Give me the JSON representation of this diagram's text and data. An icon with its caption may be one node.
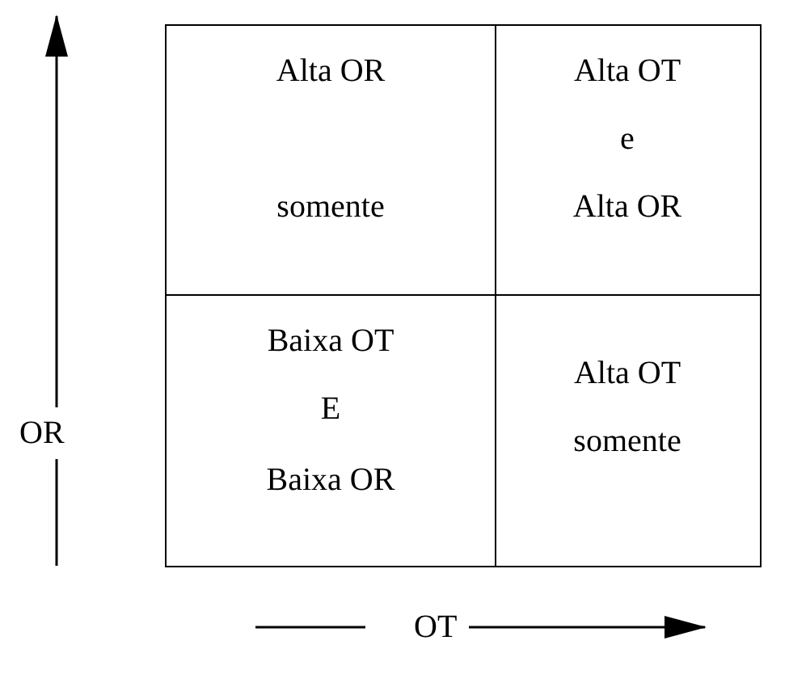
{
  "diagram": {
    "nodes": [
      {
        "text": [
          "Alta OR",
          "somente"
        ]
      },
      {
        "text": [
          "Alta OT",
          "e",
          "Alta OR"
        ]
      },
      {
        "text": [
          "Baixa OT",
          "E",
          "Baixa OR"
        ]
      },
      {
        "text": [
          "Alta OT",
          "somente"
        ]
      }
    ],
    "labels": [
      "OR",
      "OT"
    ]
  }
}
